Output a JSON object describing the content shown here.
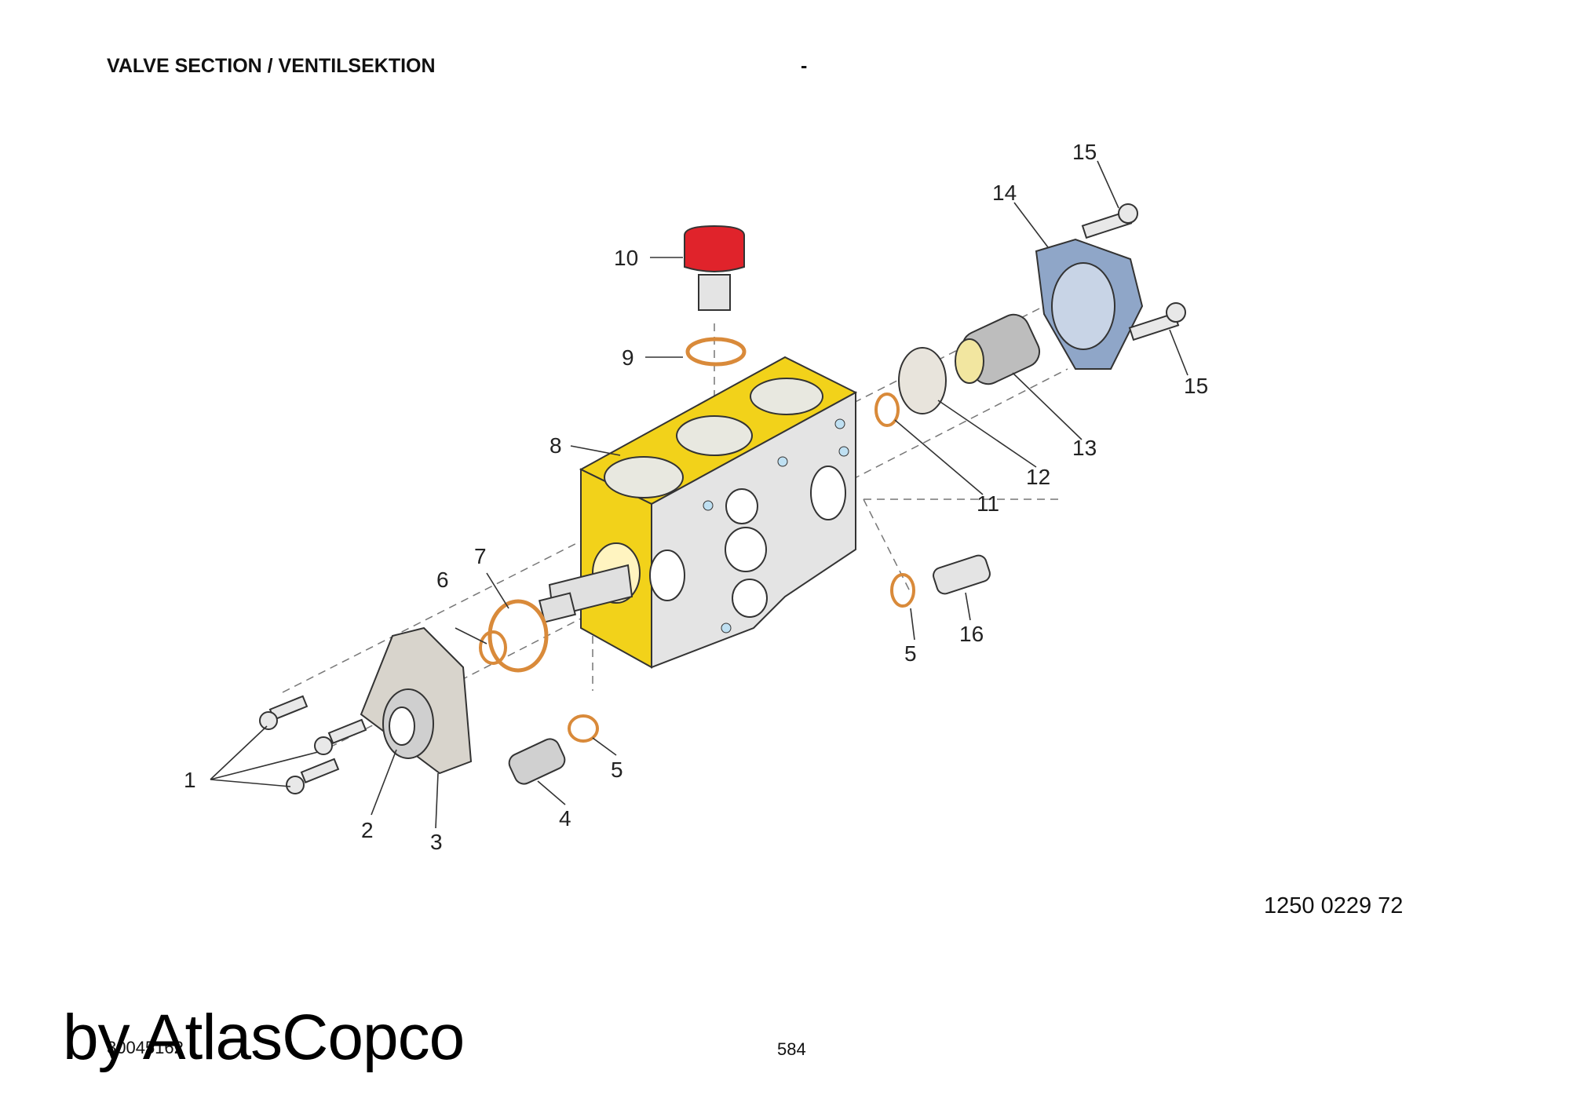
{
  "header": {
    "title": "VALVE SECTION / VENTILSEKTION",
    "dash": "-"
  },
  "callouts": [
    "1",
    "2",
    "3",
    "4",
    "5",
    "5",
    "6",
    "7",
    "8",
    "9",
    "10",
    "11",
    "12",
    "13",
    "14",
    "15",
    "15",
    "16"
  ],
  "footer": {
    "part_number": "1250 0229 72",
    "doc_code": "30045162",
    "page_number": "584"
  },
  "watermark": "by AtlasCopco",
  "colors": {
    "valve_body": "#f2d21a",
    "body_face": "#e4e4e4",
    "cap": "#e0232b",
    "cover": "#8fa6c8",
    "seal": "#d98a3a",
    "port": "#bfe0f2",
    "gray_part": "#d8d4cc"
  }
}
